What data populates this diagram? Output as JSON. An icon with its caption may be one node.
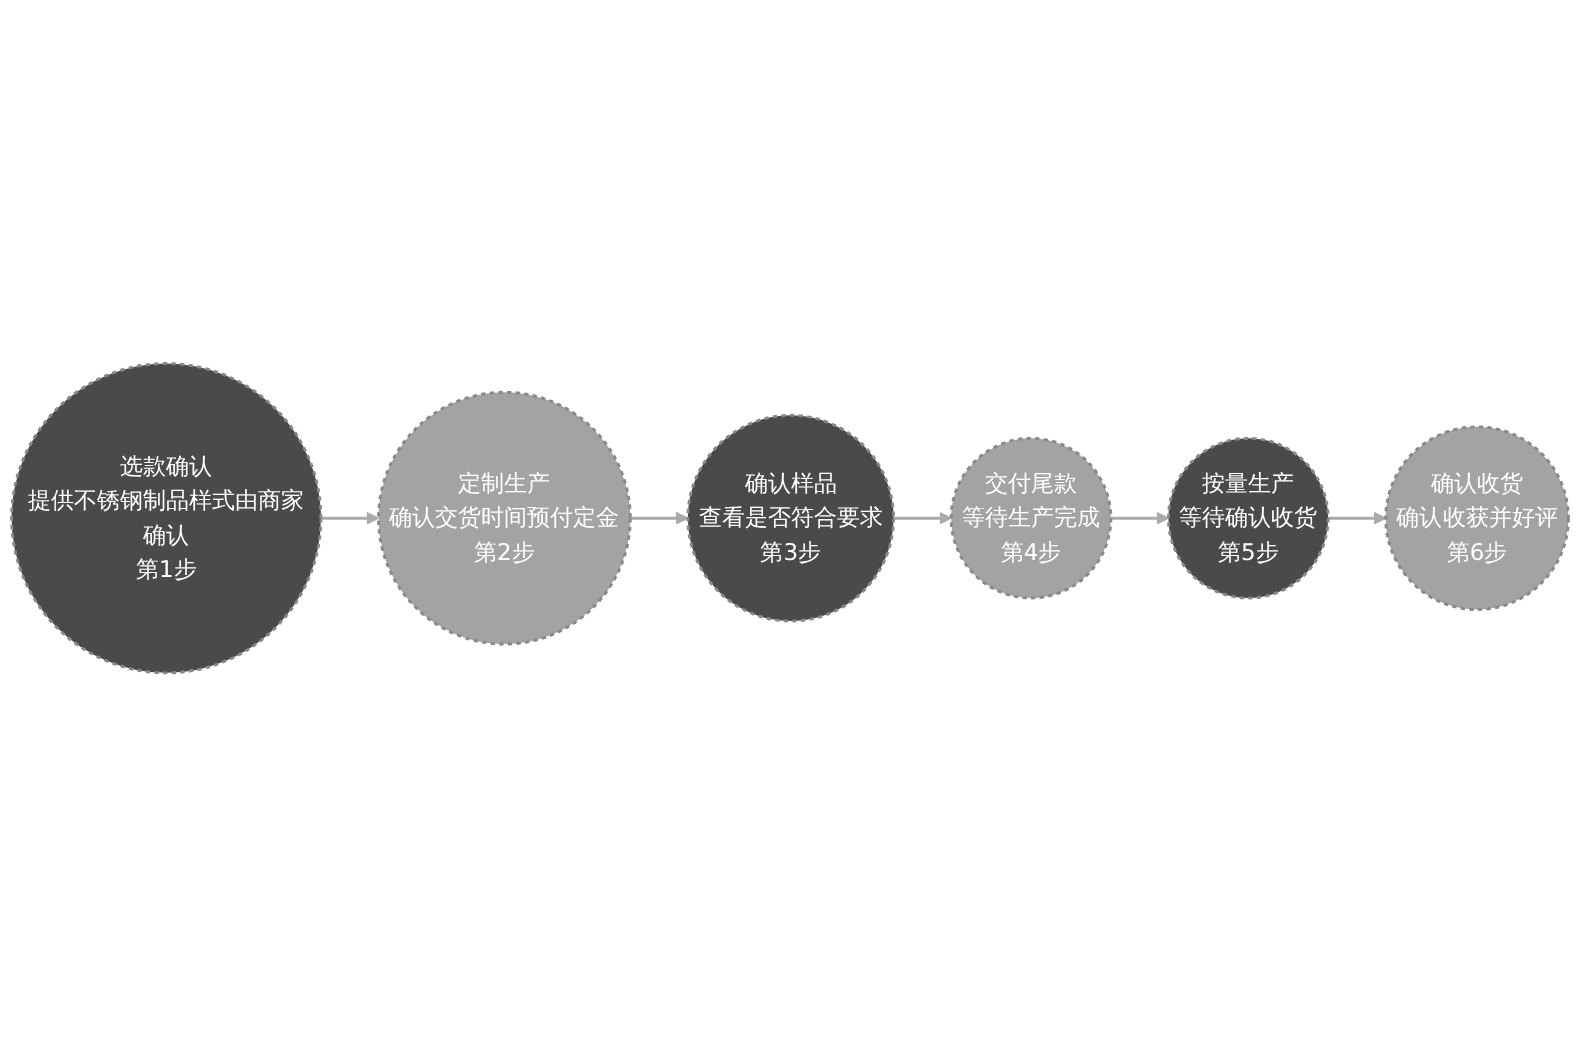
{
  "diagram": {
    "nodes": [
      {
        "text": [
          "选款确认",
          "提供不锈钢制品样式由商家确认",
          "第1步"
        ]
      },
      {
        "text": [
          "定制生产",
          "确认交货时间预付定金",
          "第2步"
        ]
      },
      {
        "text": [
          "确认样品",
          "查看是否符合要求",
          "第3步"
        ]
      },
      {
        "text": [
          "交付尾款",
          "等待生产完成",
          "第4步"
        ]
      },
      {
        "text": [
          "按量生产",
          "等待确认收货",
          "第5步"
        ]
      },
      {
        "text": [
          "确认收货",
          "确认收获并好评",
          "第6步"
        ]
      }
    ],
    "edges": [
      {
        "from": 0,
        "to": 1,
        "arrow": "to"
      },
      {
        "from": 1,
        "to": 2,
        "arrow": "to"
      },
      {
        "from": 2,
        "to": 3,
        "arrow": "to"
      },
      {
        "from": 3,
        "to": 4,
        "arrow": "to"
      },
      {
        "from": 4,
        "to": 5,
        "arrow": "to"
      }
    ]
  }
}
